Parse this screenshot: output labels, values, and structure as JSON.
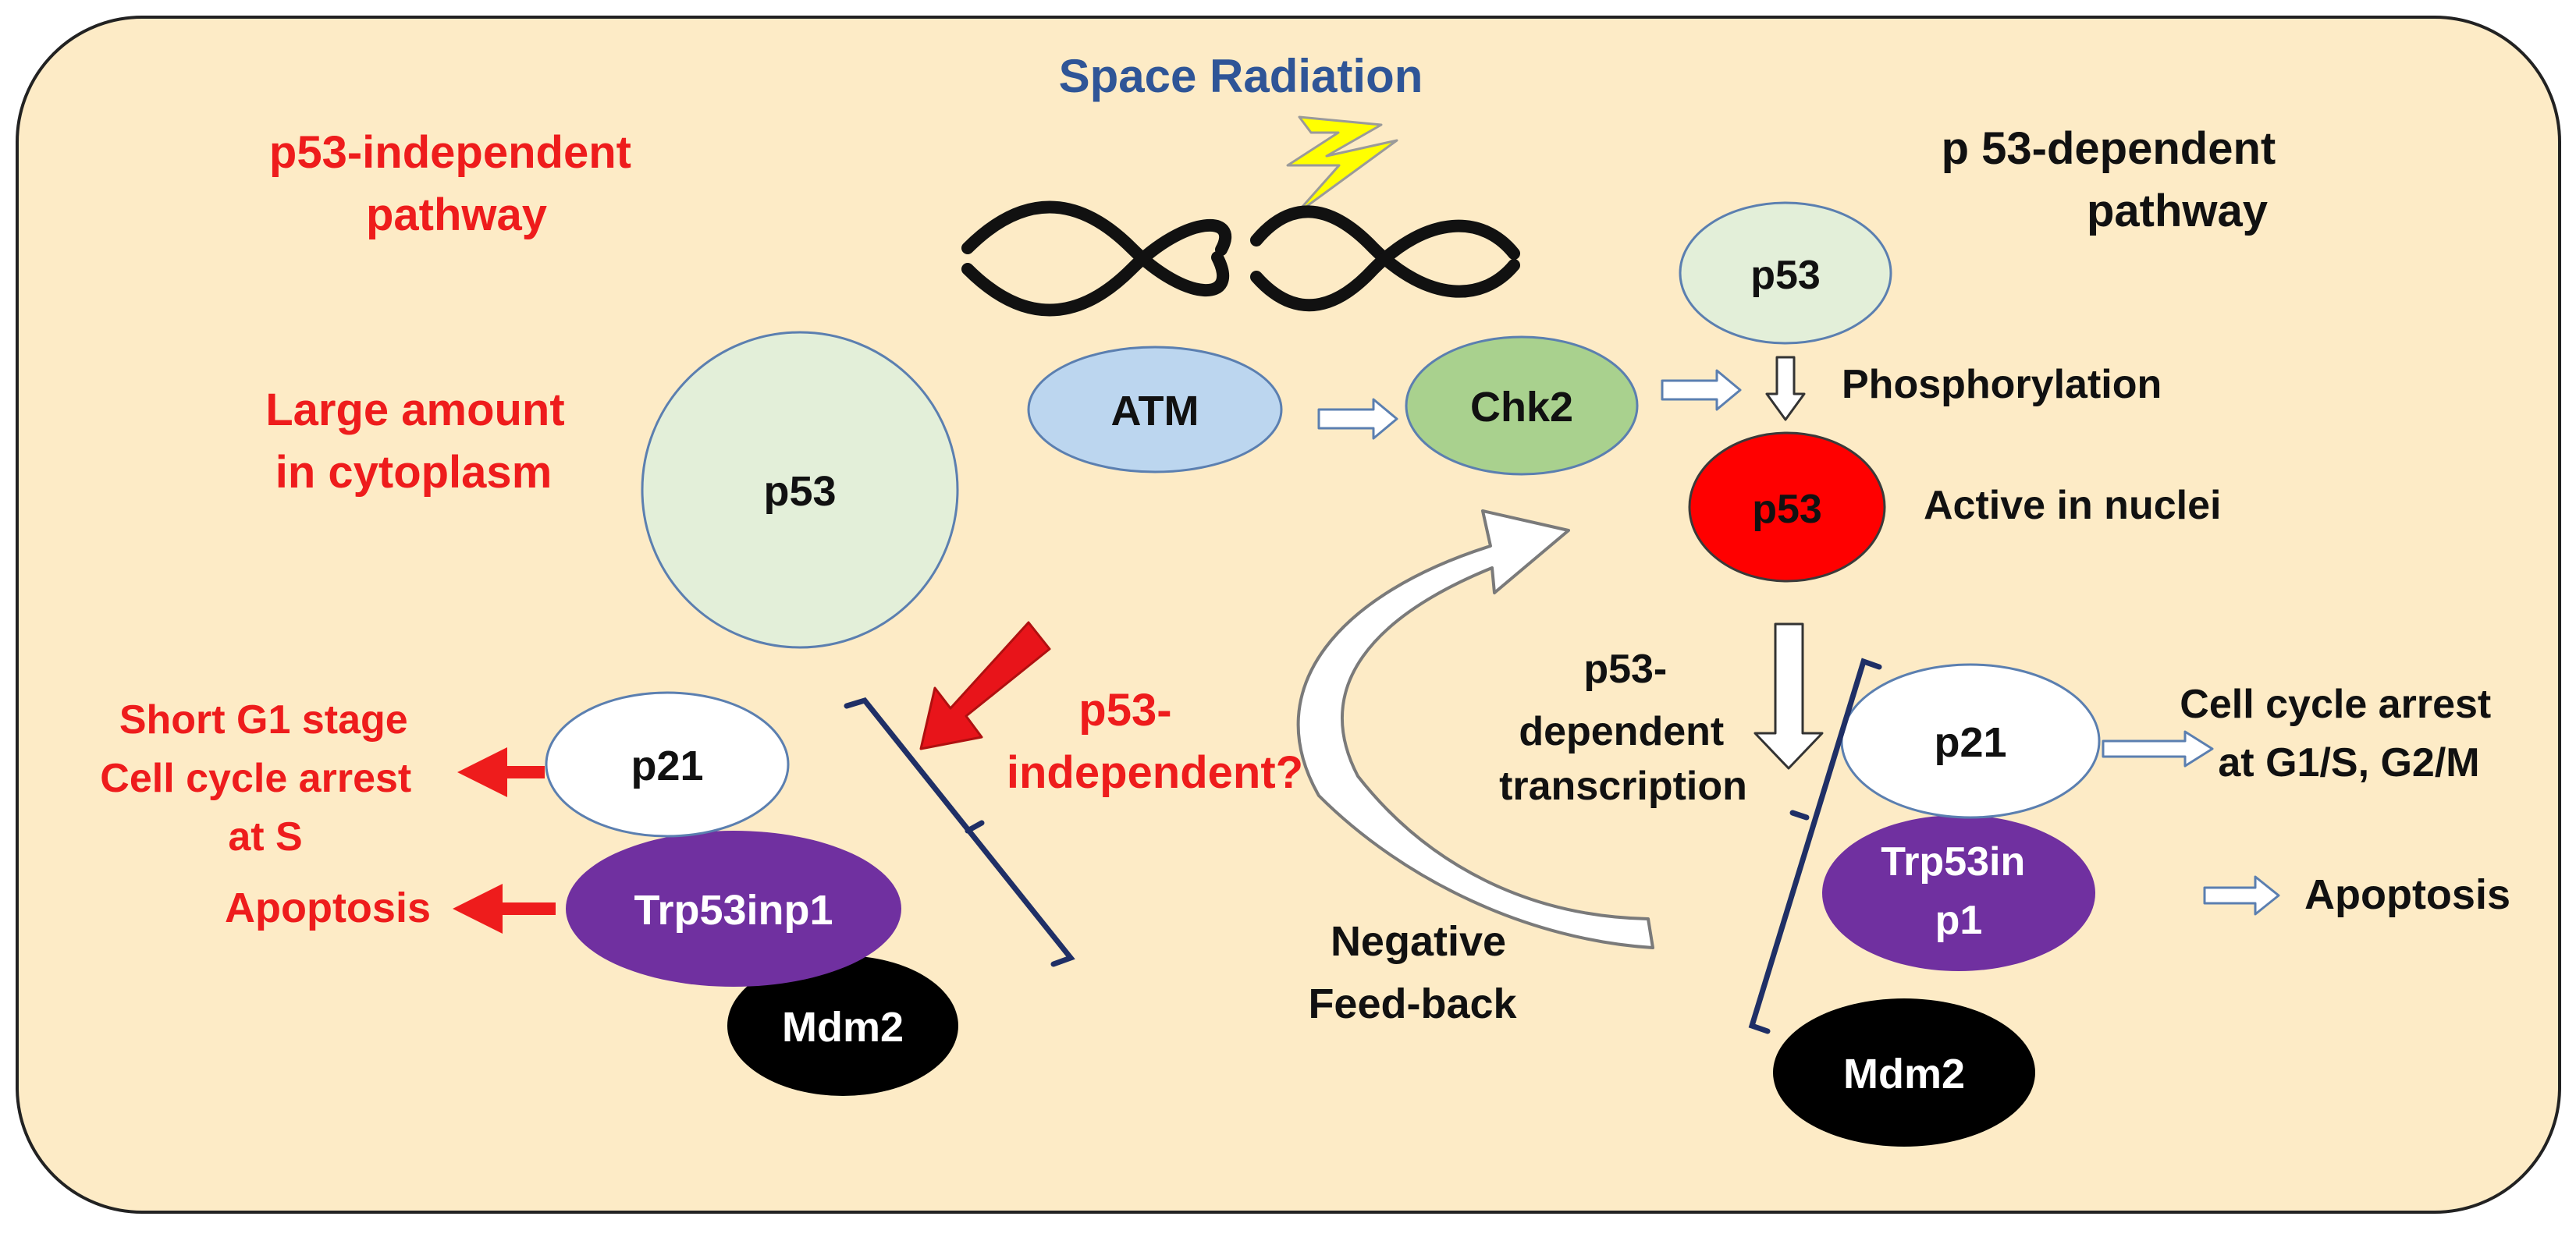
{
  "colors": {
    "panel_fill": "#fdebc6",
    "panel_stroke": "#222222",
    "red_text": "#ee1c1c",
    "blue_title": "#2f5597",
    "p53_pale": "#e3efd9",
    "atm_blue": "#bcd6ef",
    "chk2_green": "#a9d18e",
    "active_red": "#ff0000",
    "trp_purple": "#7030a0",
    "bracket_navy": "#1f2f66",
    "lightning_yellow": "#ffff00",
    "arrow_outline": "#5b7fb0"
  },
  "title": "Space Radiation",
  "left": {
    "heading": [
      "p53-independent",
      "pathway"
    ],
    "cytoplasm_note": [
      "Large amount",
      "in cytoplasm"
    ],
    "p53_label": "p53",
    "question": [
      "p53-",
      "independent?"
    ],
    "outcome_cellcycle": [
      "Short G1 stage",
      "Cell cycle arrest",
      "at S"
    ],
    "outcome_apoptosis": "Apoptosis",
    "p21": "p21",
    "trp": "Trp53inp1",
    "mdm2": "Mdm2"
  },
  "center": {
    "atm": "ATM",
    "chk2": "Chk2",
    "feedback": [
      "Negative",
      "Feed-back"
    ]
  },
  "right": {
    "heading": [
      "p 53-dependent",
      "pathway"
    ],
    "p53_top": "p53",
    "phosphorylation": "Phosphorylation",
    "p53_active": "p53",
    "active_label": "Active in nuclei",
    "transcription": [
      "p53-",
      "dependent",
      "transcription"
    ],
    "p21": "p21",
    "trp": [
      "Trp53in",
      "p1"
    ],
    "mdm2": "Mdm2",
    "outcome_cellcycle": [
      "Cell cycle arrest",
      "at G1/S, G2/M"
    ],
    "outcome_apoptosis": "Apoptosis"
  }
}
